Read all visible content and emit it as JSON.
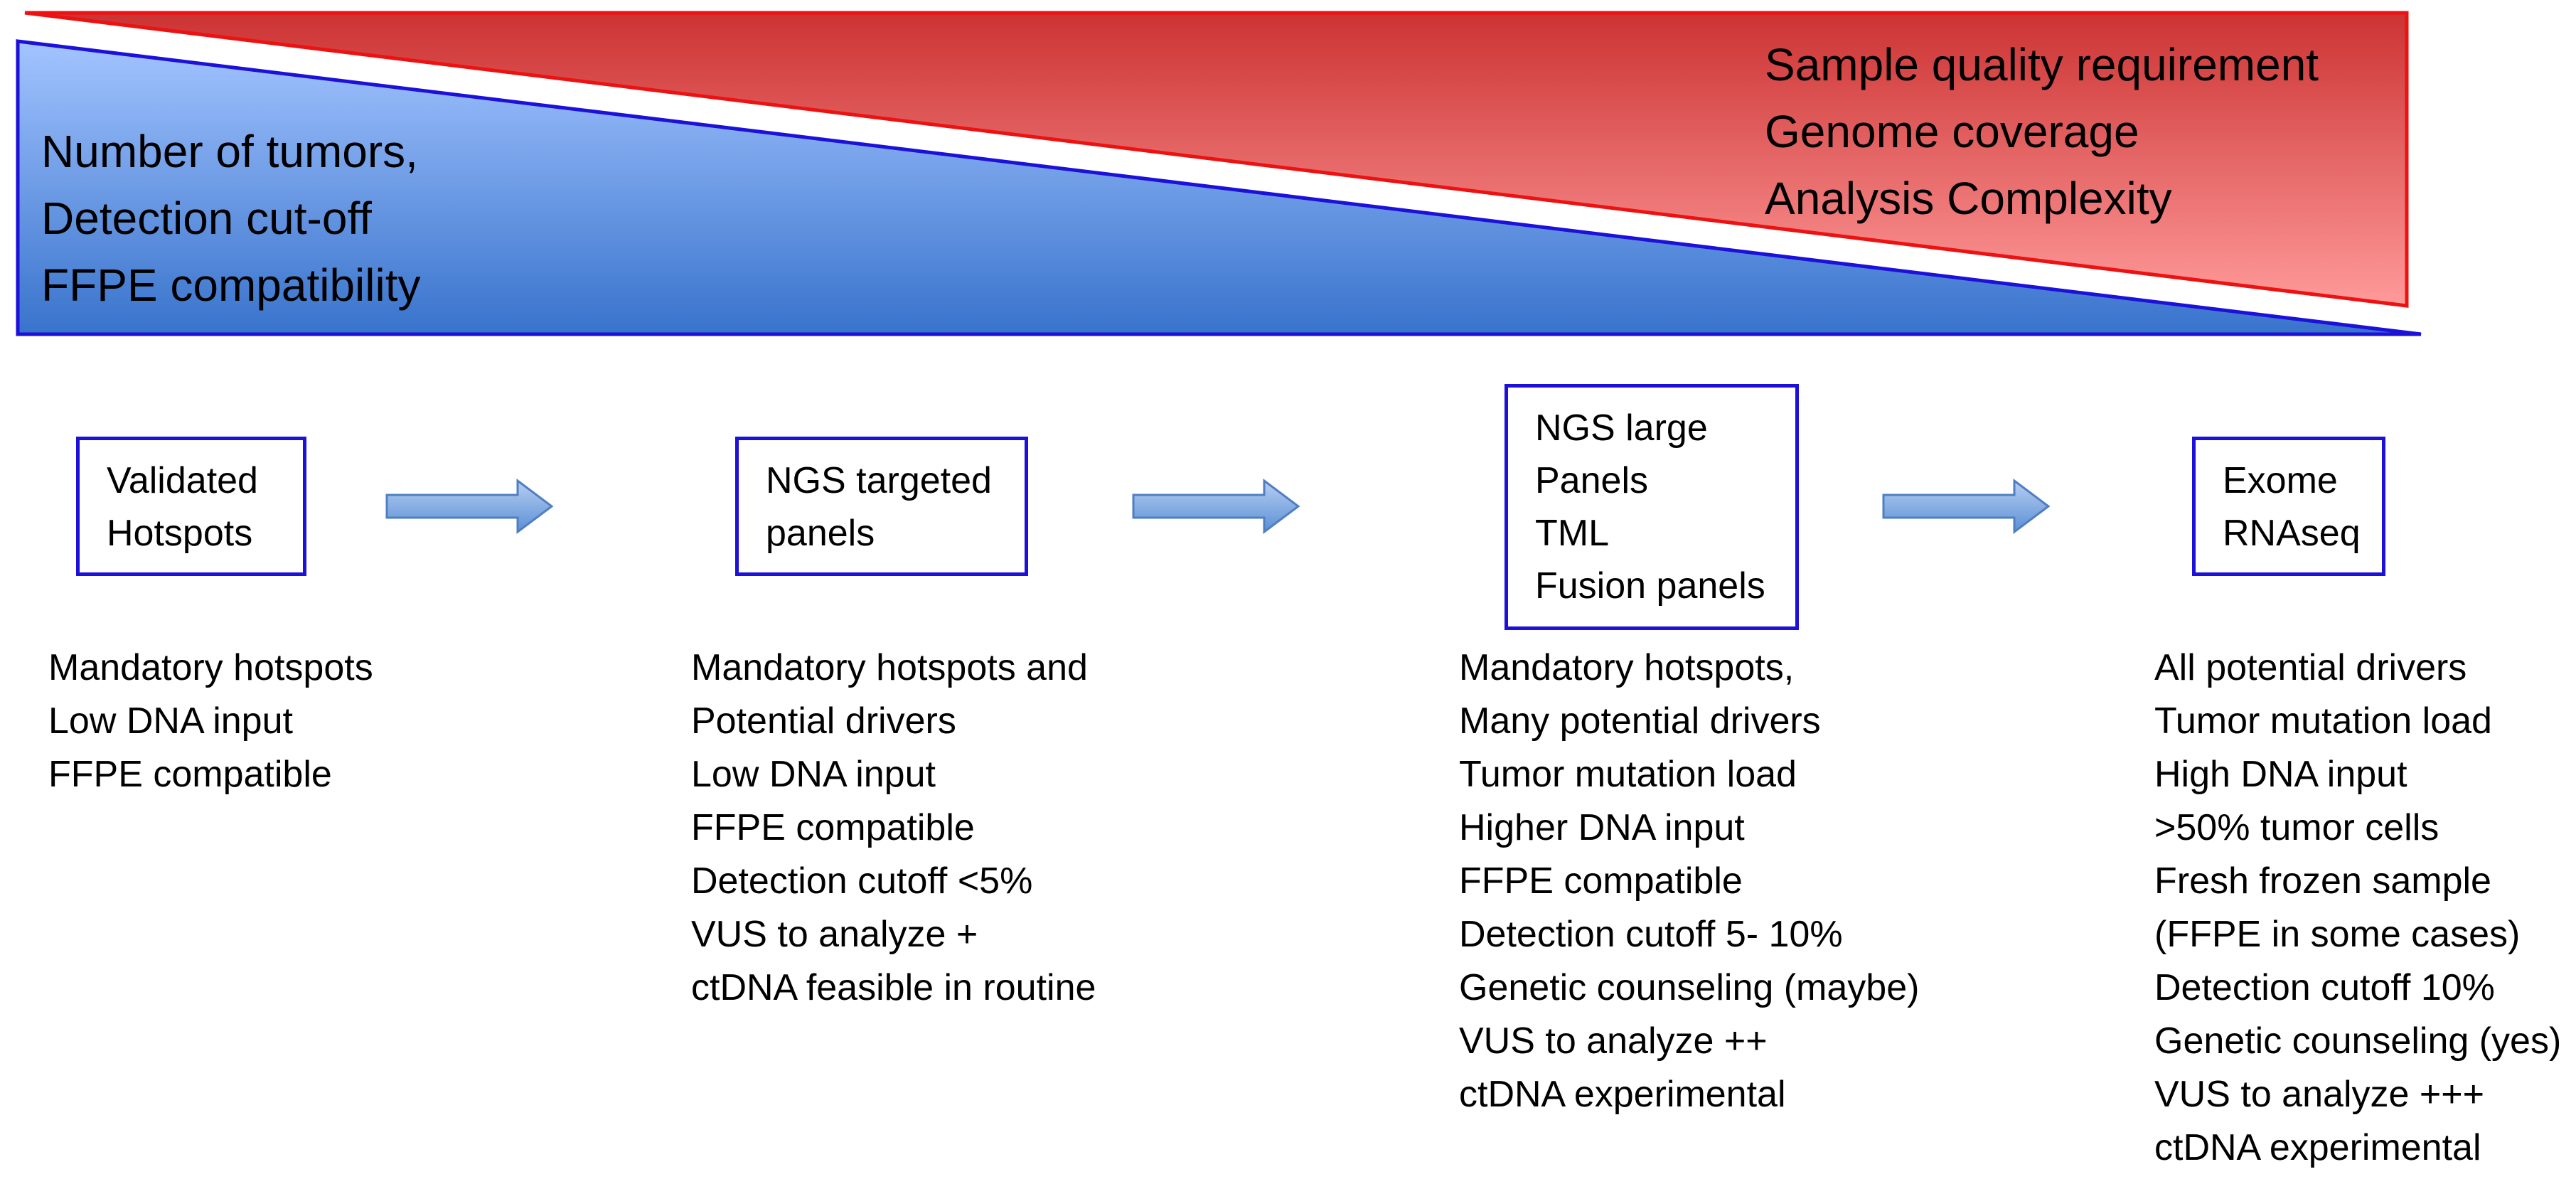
{
  "gradient_wedges": {
    "blue": {
      "lines": [
        "Number of tumors,",
        "Detection cut-off",
        "FFPE compatibility"
      ],
      "color_light": "#a3c4ff",
      "color_dark": "#3873cc",
      "border_color": "#1c10d9"
    },
    "red": {
      "lines": [
        "Sample quality requirement",
        "Genome coverage",
        "Analysis Complexity"
      ],
      "color_light": "#ff9a9a",
      "color_dark": "#cc3333",
      "border_color": "#ee1111"
    }
  },
  "stages": [
    {
      "label_lines": [
        "Validated",
        "Hotspots"
      ],
      "features": [
        "Mandatory hotspots",
        "Low DNA input",
        "FFPE compatible"
      ]
    },
    {
      "label_lines": [
        "NGS targeted",
        "panels"
      ],
      "features": [
        "Mandatory hotspots and",
        "Potential drivers",
        "Low DNA input",
        "FFPE compatible",
        "Detection cutoff <5%",
        "VUS to analyze +",
        "ctDNA feasible in routine"
      ]
    },
    {
      "label_lines": [
        "NGS large",
        "Panels",
        "TML",
        "Fusion panels"
      ],
      "features": [
        "Mandatory hotspots,",
        "Many potential drivers",
        "Tumor mutation load",
        "Higher DNA input",
        "FFPE compatible",
        "Detection cutoff 5- 10%",
        "Genetic counseling (maybe)",
        "VUS to analyze ++",
        "ctDNA experimental"
      ]
    },
    {
      "label_lines": [
        "Exome",
        "RNAseq"
      ],
      "features": [
        "All potential drivers",
        "Tumor mutation load",
        "High DNA input",
        ">50% tumor cells",
        "Fresh frozen sample",
        "(FFPE in some cases)",
        "Detection cutoff 10%",
        "Genetic counseling (yes)",
        "VUS to analyze +++",
        "ctDNA experimental"
      ]
    }
  ],
  "colors": {
    "box_border": "#1c10d9",
    "arrow_fill_light": "#9bbcea",
    "arrow_fill_dark": "#5b8fd6",
    "arrow_stroke": "#4f7fc2"
  }
}
